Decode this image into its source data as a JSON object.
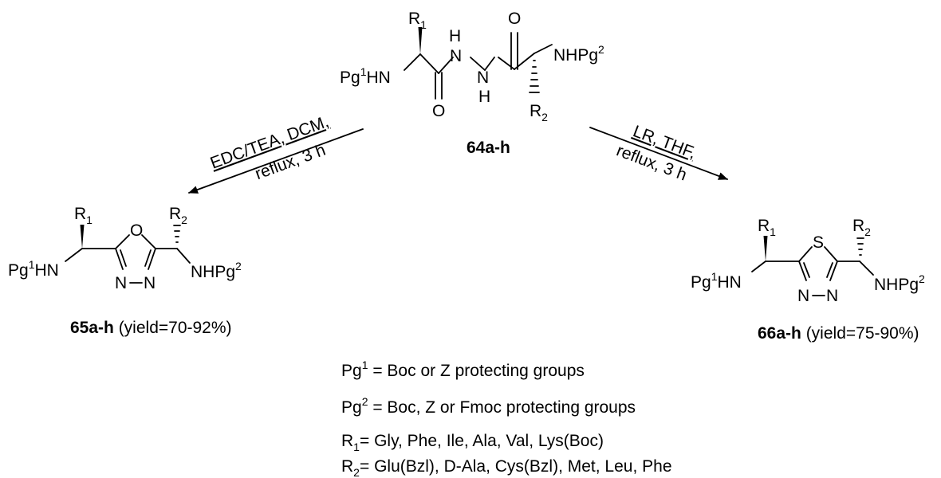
{
  "center": {
    "compound": "64a-h",
    "pg1hn": "Pg",
    "sup1": "1",
    "hn": "HN",
    "r1": "R",
    "r1sub": "1",
    "o1": "O",
    "o2": "O",
    "nh_top_h": "H",
    "nh_top_n": "N",
    "nh_bot_n": "N",
    "nh_bot_h": "H",
    "nhpg2": "NHPg",
    "sup2": "2",
    "r2": "R",
    "r2sub": "2"
  },
  "left_arrow": {
    "line1": "EDC/TEA, DCM,",
    "line2": "reflux, 3 h"
  },
  "right_arrow": {
    "line1": "LR, THF,",
    "line2": "reflux, 3 h"
  },
  "left_product": {
    "compound": "65a-h",
    "yield": " (yield=70-92%)",
    "pg": "Pg",
    "sup1": "1",
    "hn": "HN",
    "r1": "R",
    "r1sub": "1",
    "r2": "R",
    "r2sub": "2",
    "ring_atom": "O",
    "n1": "N",
    "n2": "N",
    "nhpg": "NHPg",
    "sup2": "2"
  },
  "right_product": {
    "compound": "66a-h",
    "yield": " (yield=75-90%)",
    "pg": "Pg",
    "sup1": "1",
    "hn": "HN",
    "r1": "R",
    "r1sub": "1",
    "r2": "R",
    "r2sub": "2",
    "ring_atom": "S",
    "n1": "N",
    "n2": "N",
    "nhpg": "NHPg",
    "sup2": "2"
  },
  "legend": {
    "pg1": {
      "main": "Pg",
      "sup": "1",
      "text": " = Boc or Z protecting groups"
    },
    "pg2": {
      "main": "Pg",
      "sup": "2",
      "text": " = Boc, Z or Fmoc protecting groups"
    },
    "r1": {
      "main": "R",
      "sub": "1",
      "text": "= Gly, Phe, Ile, Ala, Val, Lys(Boc)"
    },
    "r2": {
      "main": "R",
      "sub": "2",
      "text": "= Glu(Bzl), D-Ala, Cys(Bzl), Met, Leu, Phe"
    }
  }
}
